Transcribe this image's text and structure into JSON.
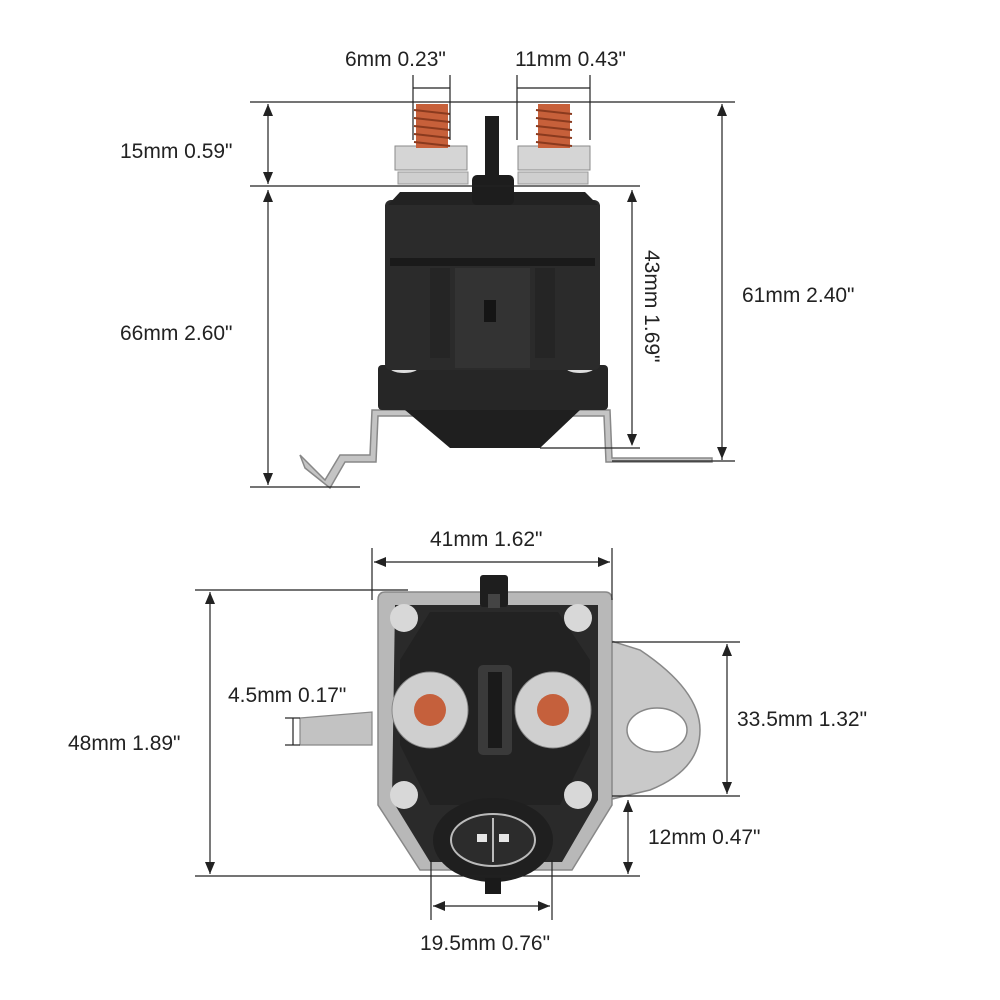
{
  "colors": {
    "body": "#2a2a2a",
    "body_dark": "#1c1c1c",
    "bracket": "#bdbdbd",
    "copper": "#c8603c",
    "nut": "#cfcfcf",
    "line": "#222222"
  },
  "side_view": {
    "dims": {
      "stud_diameter": "6mm 0.23\"",
      "nut_width": "11mm 0.43\"",
      "stud_height": "15mm 0.59\"",
      "total_height": "66mm 2.60\"",
      "body_height": "43mm 1.69\"",
      "height_to_bracket": "61mm 2.40\""
    }
  },
  "top_view": {
    "dims": {
      "body_width": "41mm 1.62\"",
      "body_height": "48mm 1.89\"",
      "tab_width": "4.5mm 0.17\"",
      "bracket_height": "33.5mm 1.32\"",
      "connector_height": "12mm 0.47\"",
      "connector_width": "19.5mm 0.76\""
    }
  }
}
